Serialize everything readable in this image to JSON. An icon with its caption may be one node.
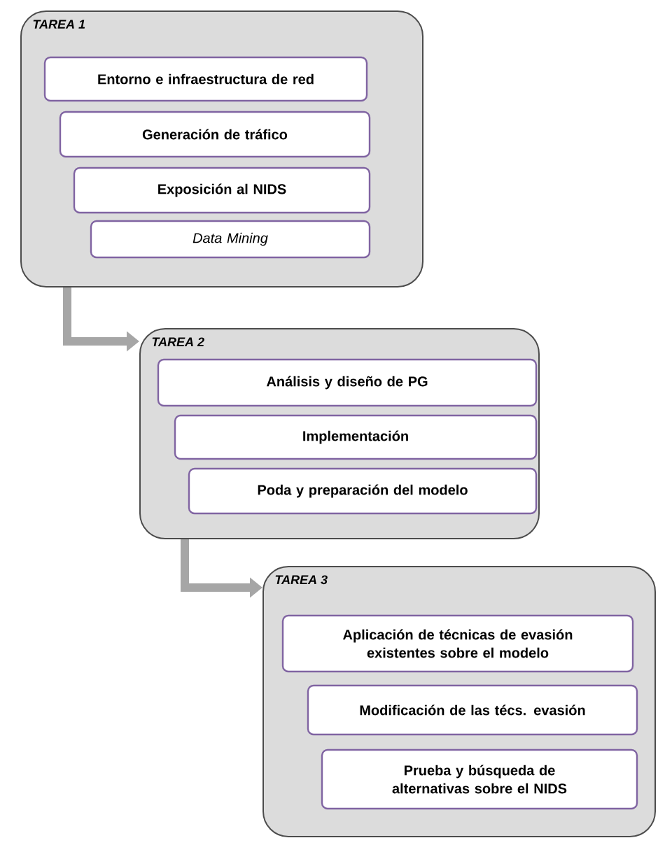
{
  "diagram": {
    "nodes": [
      {
        "text": [
          "TAREA 1"
        ]
      },
      {
        "text": [
          "Entorno e infraestructura de red"
        ],
        "in": 0
      },
      {
        "text": [
          "Generación de tráfico"
        ],
        "in": 0
      },
      {
        "text": [
          "Exposición al NIDS"
        ],
        "in": 0
      },
      {
        "text": [
          "Data Mining"
        ],
        "in": 0
      },
      {
        "text": [
          "TAREA 2"
        ]
      },
      {
        "text": [
          "Análisis y diseño de PG"
        ],
        "in": 5
      },
      {
        "text": [
          "Implementación"
        ],
        "in": 5
      },
      {
        "text": [
          "Poda y preparación del modelo"
        ],
        "in": 5
      },
      {
        "text": [
          "TAREA 3"
        ]
      },
      {
        "text": [
          "Aplicación de técnicas de evasión existentes sobre el modelo"
        ],
        "in": 9
      },
      {
        "text": [
          "Modificación de las técs. evasión"
        ],
        "in": 9
      },
      {
        "text": [
          "Prueba y búsqueda de alternativas sobre el NIDS"
        ],
        "in": 9
      }
    ],
    "edges": [
      {
        "from": 0,
        "to": 5,
        "arrow": "to"
      },
      {
        "from": 5,
        "to": 9,
        "arrow": "to"
      }
    ]
  }
}
